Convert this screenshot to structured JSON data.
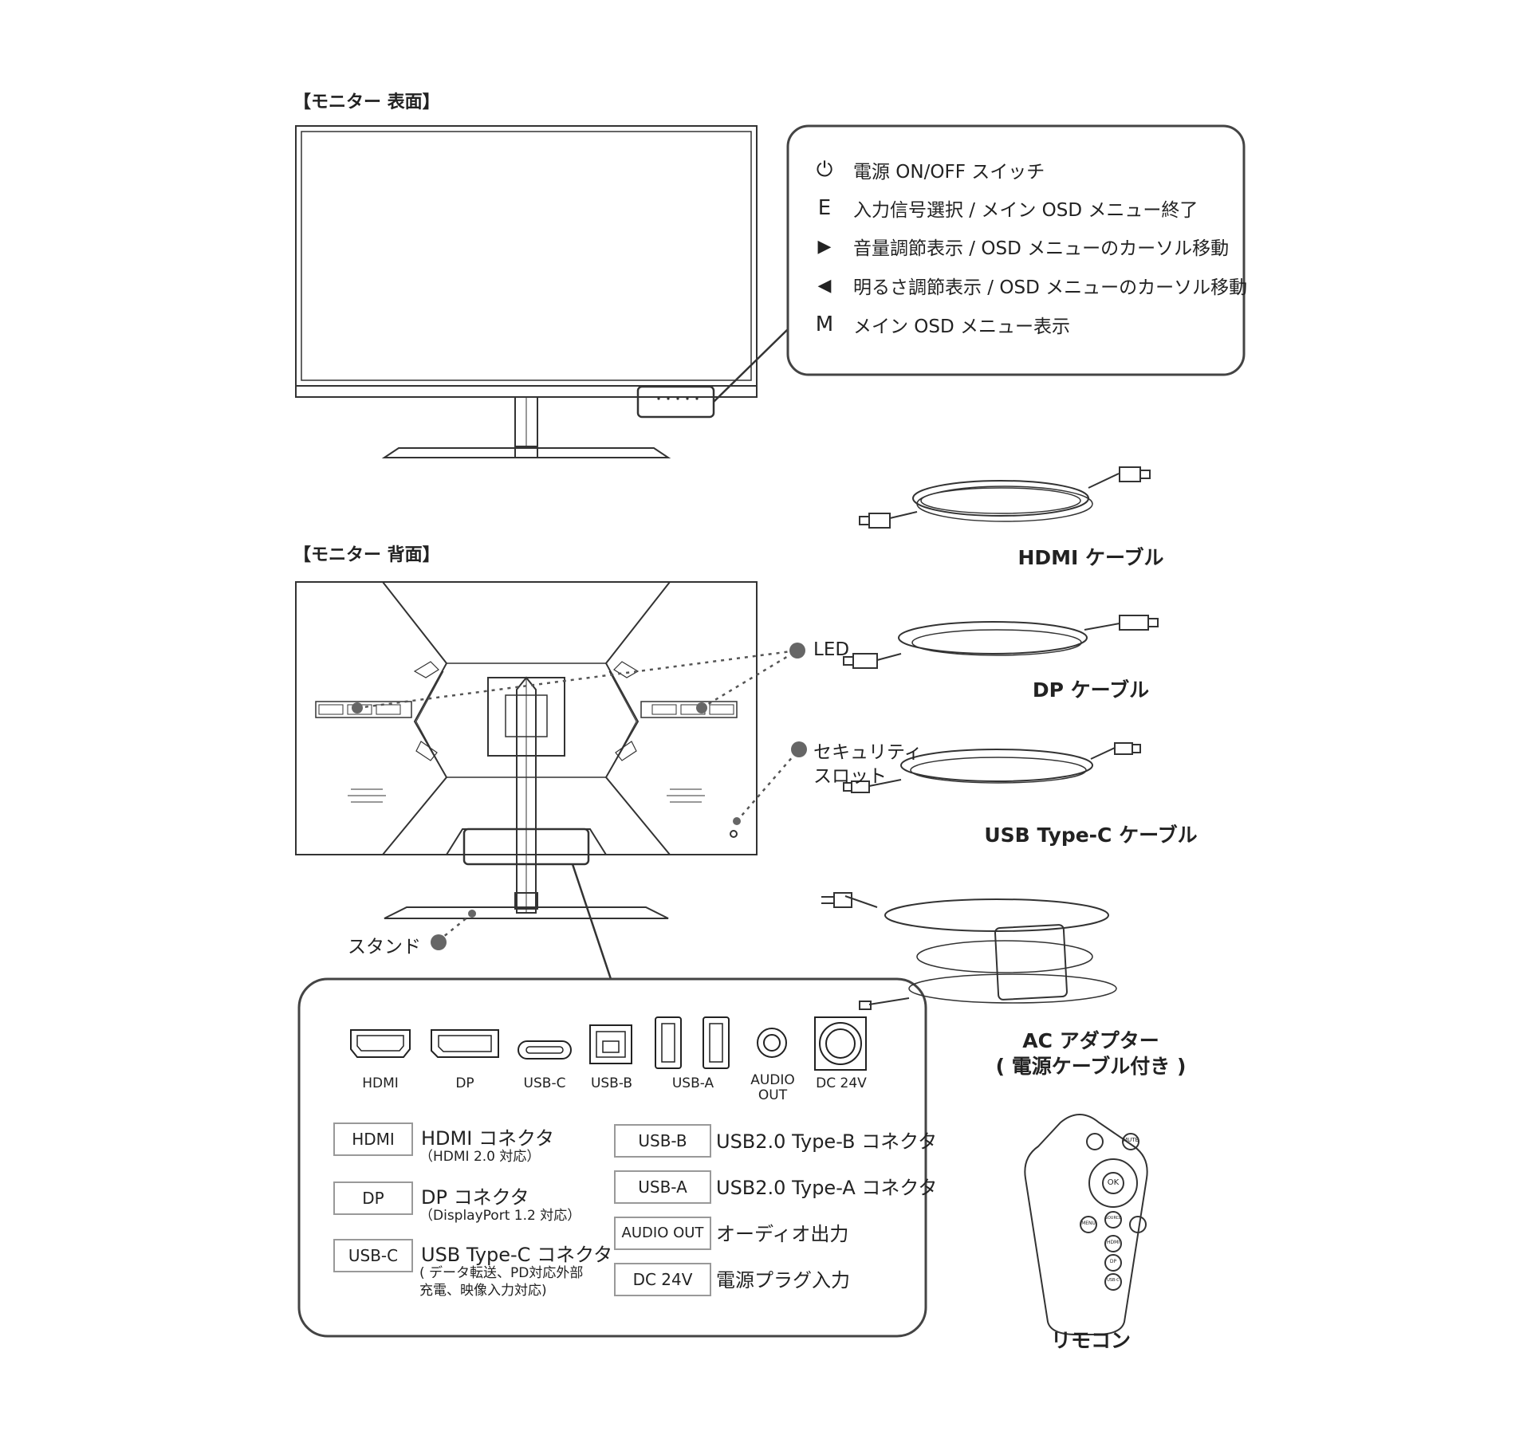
{
  "front_heading": "【モニター 表面】",
  "back_heading": "【モニター 背面】",
  "front_buttons": [
    {
      "icon": "power-icon",
      "symbol": "⏻",
      "text": "電源 ON/OFF スイッチ"
    },
    {
      "icon": "e-letter",
      "symbol": "E",
      "text": "入力信号選択 / メイン OSD メニュー終了"
    },
    {
      "icon": "triangle-right-icon",
      "symbol": "▶",
      "text": "音量調節表示 / OSD メニューのカーソル移動"
    },
    {
      "icon": "triangle-left-icon",
      "symbol": "◀",
      "text": "明るさ調節表示 / OSD メニューのカーソル移動"
    },
    {
      "icon": "m-letter",
      "symbol": "M",
      "text": "メイン OSD メニュー表示"
    }
  ],
  "callouts": {
    "led": "LED",
    "security_line1": "セキュリティ",
    "security_line2": "スロット",
    "stand": "スタンド"
  },
  "ports": [
    "HDMI",
    "DP",
    "USB-C",
    "USB-B",
    "USB-A",
    "AUDIO",
    "OUT",
    "DC 24V"
  ],
  "port_legend_left": [
    {
      "box": "HDMI",
      "title": "HDMI コネクタ",
      "sub1": "（HDMI 2.0 対応）",
      "sub2": ""
    },
    {
      "box": "DP",
      "title": "DP コネクタ",
      "sub1": "（DisplayPort 1.2 対応）",
      "sub2": ""
    },
    {
      "box": "USB-C",
      "title": "USB Type-C コネクタ",
      "sub1": "( データ転送、PD対応外部",
      "sub2": "充電、映像入力対応)"
    }
  ],
  "port_legend_right": [
    {
      "box": "USB-B",
      "title": "USB2.0 Type-B コネクタ"
    },
    {
      "box": "USB-A",
      "title": "USB2.0 Type-A コネクタ"
    },
    {
      "box": "AUDIO OUT",
      "title": "オーディオ出力"
    },
    {
      "box": "DC 24V",
      "title": "電源プラグ入力"
    }
  ],
  "accessories": {
    "hdmi": "HDMI ケーブル",
    "dp": "DP ケーブル",
    "usbc": "USB Type-C ケーブル",
    "ac_line1": "AC アダプター",
    "ac_line2": "( 電源ケーブル付き )",
    "remote": "リモコン"
  },
  "remote_buttons": [
    "MUTE",
    "OK",
    "MENU",
    "SOURCE",
    "HDMI",
    "DP",
    "USB-C"
  ]
}
